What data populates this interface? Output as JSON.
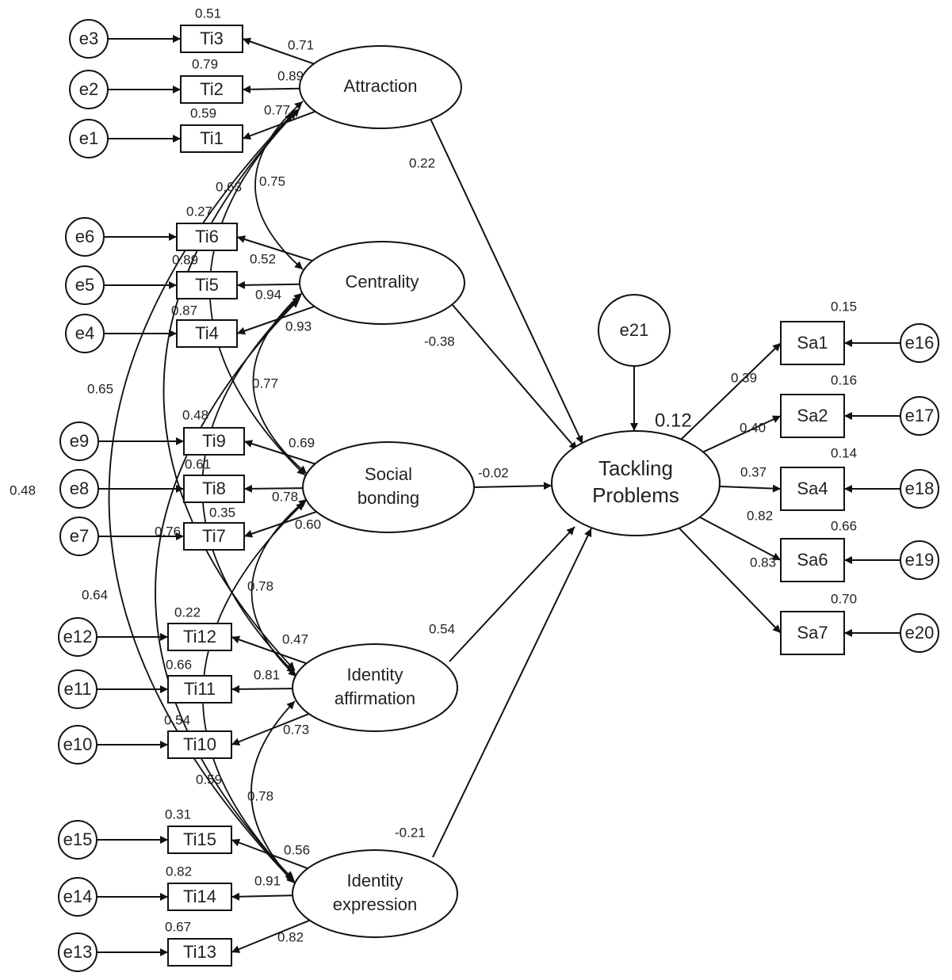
{
  "latents": [
    {
      "id": "attraction",
      "lines": [
        "Attraction"
      ]
    },
    {
      "id": "centrality",
      "lines": [
        "Centrality"
      ]
    },
    {
      "id": "social",
      "lines": [
        "Social",
        "bonding"
      ]
    },
    {
      "id": "affirm",
      "lines": [
        "Identity",
        "affirmation"
      ]
    },
    {
      "id": "express",
      "lines": [
        "Identity",
        "expression"
      ]
    },
    {
      "id": "tackle",
      "lines": [
        "Tackling",
        "Problems"
      ]
    }
  ],
  "indicators": [
    {
      "id": "Ti3",
      "label": "Ti3",
      "r2": "0.51",
      "error": "e3",
      "latent": "attraction",
      "loading": "0.71"
    },
    {
      "id": "Ti2",
      "label": "Ti2",
      "r2": "0.79",
      "error": "e2",
      "latent": "attraction",
      "loading": "0.89"
    },
    {
      "id": "Ti1",
      "label": "Ti1",
      "r2": "0.59",
      "error": "e1",
      "latent": "attraction",
      "loading": "0.77"
    },
    {
      "id": "Ti6",
      "label": "Ti6",
      "r2": "0.27",
      "error": "e6",
      "latent": "centrality",
      "loading": "0.52"
    },
    {
      "id": "Ti5",
      "label": "Ti5",
      "r2": "0.89",
      "error": "e5",
      "latent": "centrality",
      "loading": "0.94"
    },
    {
      "id": "Ti4",
      "label": "Ti4",
      "r2": "0.87",
      "error": "e4",
      "latent": "centrality",
      "loading": "0.93"
    },
    {
      "id": "Ti9",
      "label": "Ti9",
      "r2": "0.48",
      "error": "e9",
      "latent": "social",
      "loading": "0.69"
    },
    {
      "id": "Ti8",
      "label": "Ti8",
      "r2": "0.61",
      "error": "e8",
      "latent": "social",
      "loading": "0.78"
    },
    {
      "id": "Ti7",
      "label": "Ti7",
      "r2": "0.35",
      "error": "e7",
      "latent": "social",
      "loading": "0.60"
    },
    {
      "id": "Ti12",
      "label": "Ti12",
      "r2": "0.22",
      "error": "e12",
      "latent": "affirm",
      "loading": "0.47"
    },
    {
      "id": "Ti11",
      "label": "Ti11",
      "r2": "0.66",
      "error": "e11",
      "latent": "affirm",
      "loading": "0.81"
    },
    {
      "id": "Ti10",
      "label": "Ti10",
      "r2": "0.54",
      "error": "e10",
      "latent": "affirm",
      "loading": "0.73"
    },
    {
      "id": "Ti15",
      "label": "Ti15",
      "r2": "0.31",
      "error": "e15",
      "latent": "express",
      "loading": "0.56"
    },
    {
      "id": "Ti14",
      "label": "Ti14",
      "r2": "0.82",
      "error": "e14",
      "latent": "express",
      "loading": "0.91"
    },
    {
      "id": "Ti13",
      "label": "Ti13",
      "r2": "0.67",
      "error": "e13",
      "latent": "express",
      "loading": "0.82"
    },
    {
      "id": "Sa1",
      "label": "Sa1",
      "r2": "0.15",
      "error": "e16",
      "latent": "tackle",
      "loading": "0.39"
    },
    {
      "id": "Sa2",
      "label": "Sa2",
      "r2": "0.16",
      "error": "e17",
      "latent": "tackle",
      "loading": "0.40"
    },
    {
      "id": "Sa4",
      "label": "Sa4",
      "r2": "0.14",
      "error": "e18",
      "latent": "tackle",
      "loading": "0.37"
    },
    {
      "id": "Sa6",
      "label": "Sa6",
      "r2": "0.66",
      "error": "e19",
      "latent": "tackle",
      "loading": "0.82"
    },
    {
      "id": "Sa7",
      "label": "Sa7",
      "r2": "0.70",
      "error": "e20",
      "latent": "tackle",
      "loading": "0.83"
    }
  ],
  "paths": [
    {
      "from": "attraction",
      "to": "tackle",
      "value": "0.22"
    },
    {
      "from": "centrality",
      "to": "tackle",
      "value": "-0.38"
    },
    {
      "from": "social",
      "to": "tackle",
      "value": "-0.02"
    },
    {
      "from": "affirm",
      "to": "tackle",
      "value": "0.54"
    },
    {
      "from": "express",
      "to": "tackle",
      "value": "-0.21"
    }
  ],
  "covariances": [
    {
      "a": "attraction",
      "b": "centrality",
      "value": "0.75"
    },
    {
      "a": "attraction",
      "b": "social",
      "value": "0.63"
    },
    {
      "a": "attraction",
      "b": "affirm",
      "value": "0.65"
    },
    {
      "a": "attraction",
      "b": "express",
      "value": "0.48"
    },
    {
      "a": "centrality",
      "b": "social",
      "value": "0.77"
    },
    {
      "a": "centrality",
      "b": "affirm",
      "value": "0.76"
    },
    {
      "a": "centrality",
      "b": "express",
      "value": "0.64"
    },
    {
      "a": "social",
      "b": "affirm",
      "value": "0.78"
    },
    {
      "a": "social",
      "b": "express",
      "value": "0.59"
    },
    {
      "a": "affirm",
      "b": "express",
      "value": "0.78"
    }
  ],
  "disturbance": {
    "label": "e21",
    "target": "tackle",
    "r2": "0.12"
  }
}
